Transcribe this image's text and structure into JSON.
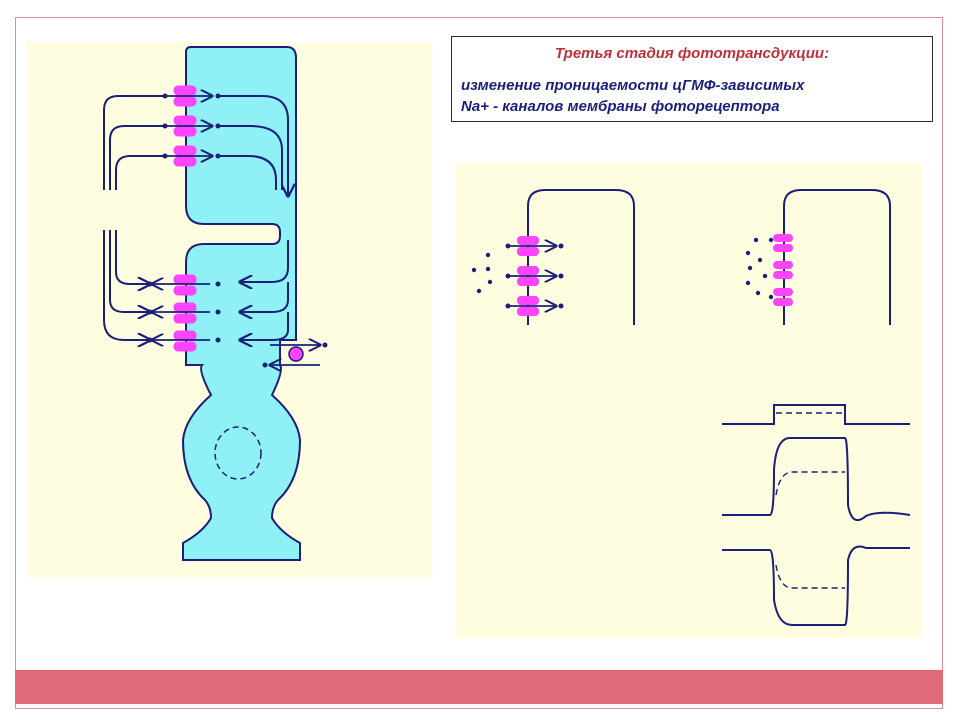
{
  "slide": {
    "title": "Третья стадия фототрансдукции:",
    "description_line1": "изменение  проницаемости цГМФ-зависимых",
    "description_line2": "Na+  - каналов  мембраны фоторецептора"
  },
  "colors": {
    "cell_fill": "#8ff0f5",
    "outline": "#1b1f7a",
    "channel": "#ff44ff",
    "panel_bg": "#fffde0",
    "title_text": "#c0303a",
    "bottom_bar": "#e06b78"
  },
  "icons": [
    "photoreceptor-cell",
    "ion-channel-icon",
    "sodium-pump-icon",
    "nucleus-icon"
  ]
}
